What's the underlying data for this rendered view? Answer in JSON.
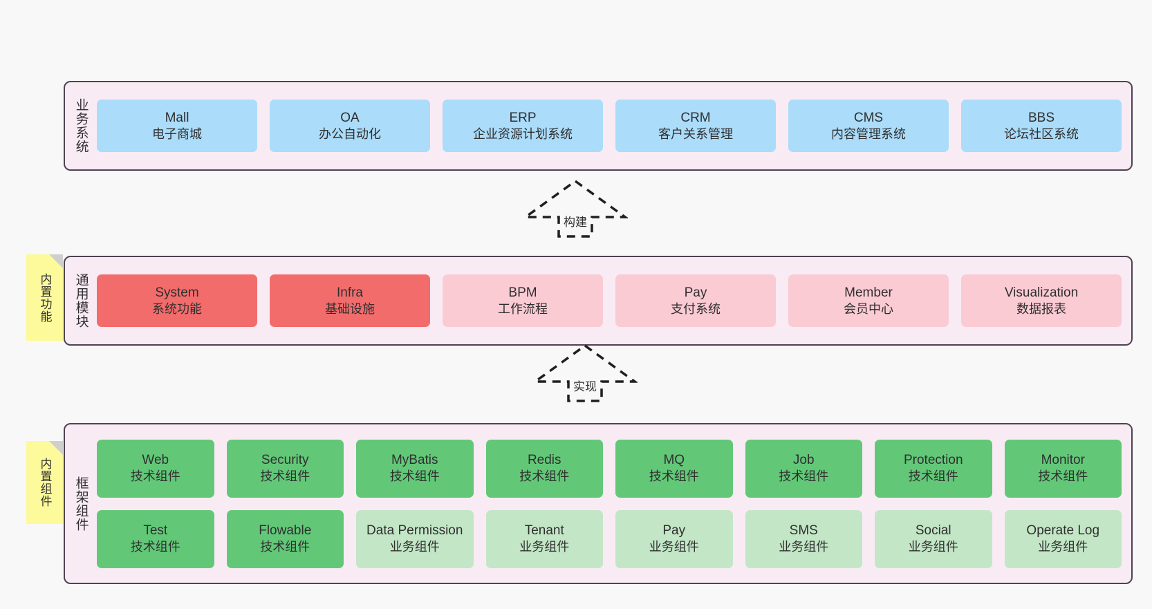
{
  "page": {
    "background": "#f8f8f8",
    "panel_background": "#f9ebf4",
    "panel_border": "#4d4352"
  },
  "palette": {
    "business_system": "#abdcfa",
    "core_module": "#f26c6c",
    "optional_module": "#fbcbd4",
    "tech_component": "#62c878",
    "biz_component": "#c3e6c6",
    "sticky_note": "#fcfa9b",
    "sticky_fold": "#cfcfcf"
  },
  "notes": [
    {
      "name": "builtin-function",
      "label": "内置功能"
    },
    {
      "name": "builtin-component",
      "label": "内置组件"
    }
  ],
  "connectors": [
    {
      "name": "build",
      "label": "构建",
      "style": "dashed-generalization-up"
    },
    {
      "name": "realize",
      "label": "实现",
      "style": "dashed-generalization-up"
    }
  ],
  "layers": [
    {
      "name": "business-system",
      "title": "业务系统",
      "rows": [
        {
          "cards": [
            {
              "en": "Mall",
              "cn": "电子商城",
              "color": "c-blue"
            },
            {
              "en": "OA",
              "cn": "办公自动化",
              "color": "c-blue"
            },
            {
              "en": "ERP",
              "cn": "企业资源计划系统",
              "color": "c-blue"
            },
            {
              "en": "CRM",
              "cn": "客户关系管理",
              "color": "c-blue"
            },
            {
              "en": "CMS",
              "cn": "内容管理系统",
              "color": "c-blue"
            },
            {
              "en": "BBS",
              "cn": "论坛社区系统",
              "color": "c-blue"
            }
          ]
        }
      ]
    },
    {
      "name": "common-module",
      "title": "通用模块",
      "rows": [
        {
          "cards": [
            {
              "en": "System",
              "cn": "系统功能",
              "color": "c-red"
            },
            {
              "en": "Infra",
              "cn": "基础设施",
              "color": "c-red"
            },
            {
              "en": "BPM",
              "cn": "工作流程",
              "color": "c-pink"
            },
            {
              "en": "Pay",
              "cn": "支付系统",
              "color": "c-pink"
            },
            {
              "en": "Member",
              "cn": "会员中心",
              "color": "c-pink"
            },
            {
              "en": "Visualization",
              "cn": "数据报表",
              "color": "c-pink"
            }
          ]
        }
      ]
    },
    {
      "name": "framework-component",
      "title": "框架组件",
      "rows": [
        {
          "cards": [
            {
              "en": "Web",
              "cn": "技术组件",
              "color": "c-green"
            },
            {
              "en": "Security",
              "cn": "技术组件",
              "color": "c-green"
            },
            {
              "en": "MyBatis",
              "cn": "技术组件",
              "color": "c-green"
            },
            {
              "en": "Redis",
              "cn": "技术组件",
              "color": "c-green"
            },
            {
              "en": "MQ",
              "cn": "技术组件",
              "color": "c-green"
            },
            {
              "en": "Job",
              "cn": "技术组件",
              "color": "c-green"
            },
            {
              "en": "Protection",
              "cn": "技术组件",
              "color": "c-green"
            },
            {
              "en": "Monitor",
              "cn": "技术组件",
              "color": "c-green"
            }
          ]
        },
        {
          "cards": [
            {
              "en": "Test",
              "cn": "技术组件",
              "color": "c-green"
            },
            {
              "en": "Flowable",
              "cn": "技术组件",
              "color": "c-green"
            },
            {
              "en": "Data Permission",
              "cn": "业务组件",
              "color": "c-lightgreen"
            },
            {
              "en": "Tenant",
              "cn": "业务组件",
              "color": "c-lightgreen"
            },
            {
              "en": "Pay",
              "cn": "业务组件",
              "color": "c-lightgreen"
            },
            {
              "en": "SMS",
              "cn": "业务组件",
              "color": "c-lightgreen"
            },
            {
              "en": "Social",
              "cn": "业务组件",
              "color": "c-lightgreen"
            },
            {
              "en": "Operate Log",
              "cn": "业务组件",
              "color": "c-lightgreen"
            }
          ]
        }
      ]
    }
  ]
}
